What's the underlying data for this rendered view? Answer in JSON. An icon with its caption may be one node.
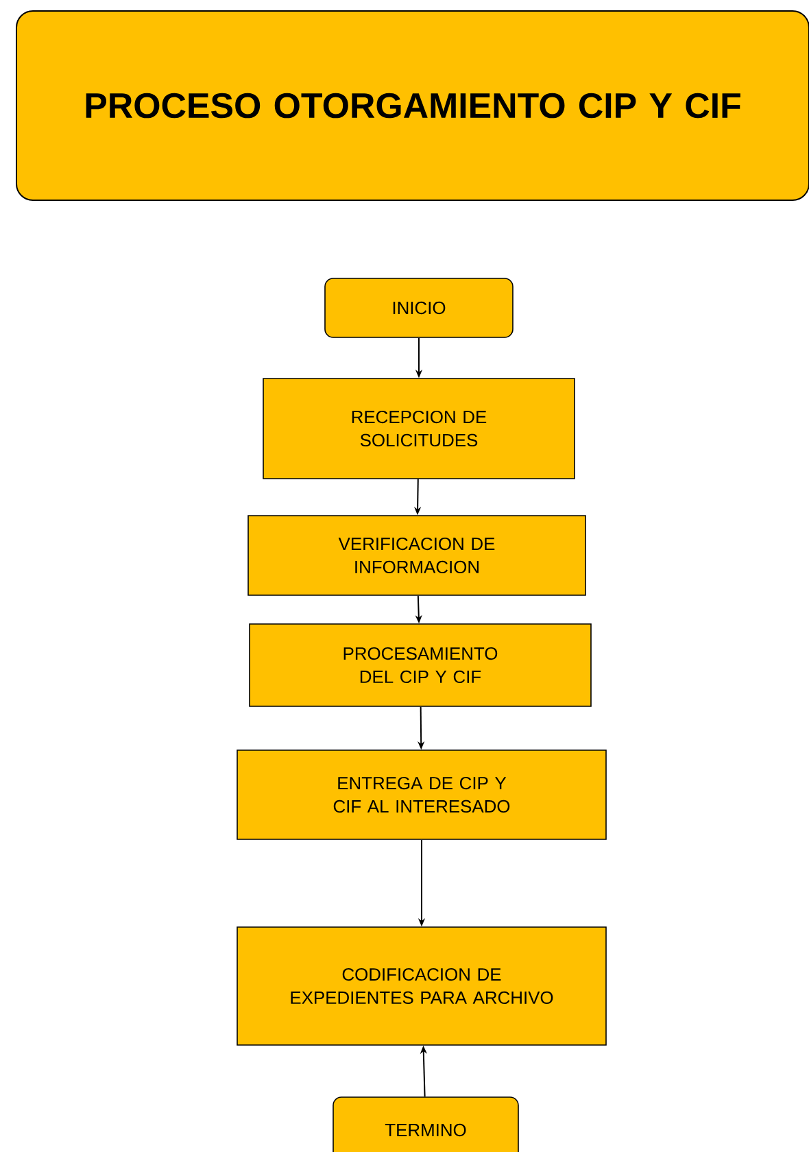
{
  "diagram": {
    "title": "PROCESO OTORGAMIENTO CIP Y CIF",
    "nodes": [
      {
        "text": [
          "INICIO"
        ]
      },
      {
        "text": [
          "RECEPCION DE SOLICITUDES"
        ]
      },
      {
        "text": [
          "VERIFICACION DE INFORMACION"
        ]
      },
      {
        "text": [
          "PROCESAMIENTO DEL CIP Y CIF"
        ]
      },
      {
        "text": [
          "ENTREGA DE CIP Y CIF AL INTERESADO"
        ]
      },
      {
        "text": [
          "CODIFICACION DE EXPEDIENTES PARA ARCHIVO"
        ]
      },
      {
        "text": [
          "TERMINO"
        ]
      }
    ],
    "edges": [
      {
        "from": 0,
        "to": 1,
        "arrow": "to"
      },
      {
        "from": 1,
        "to": 2,
        "arrow": "to"
      },
      {
        "from": 2,
        "to": 3,
        "arrow": "to"
      },
      {
        "from": 3,
        "to": 4,
        "arrow": "to"
      },
      {
        "from": 4,
        "to": 5,
        "arrow": "to"
      },
      {
        "from": 6,
        "to": 5,
        "arrow": "to"
      }
    ]
  }
}
